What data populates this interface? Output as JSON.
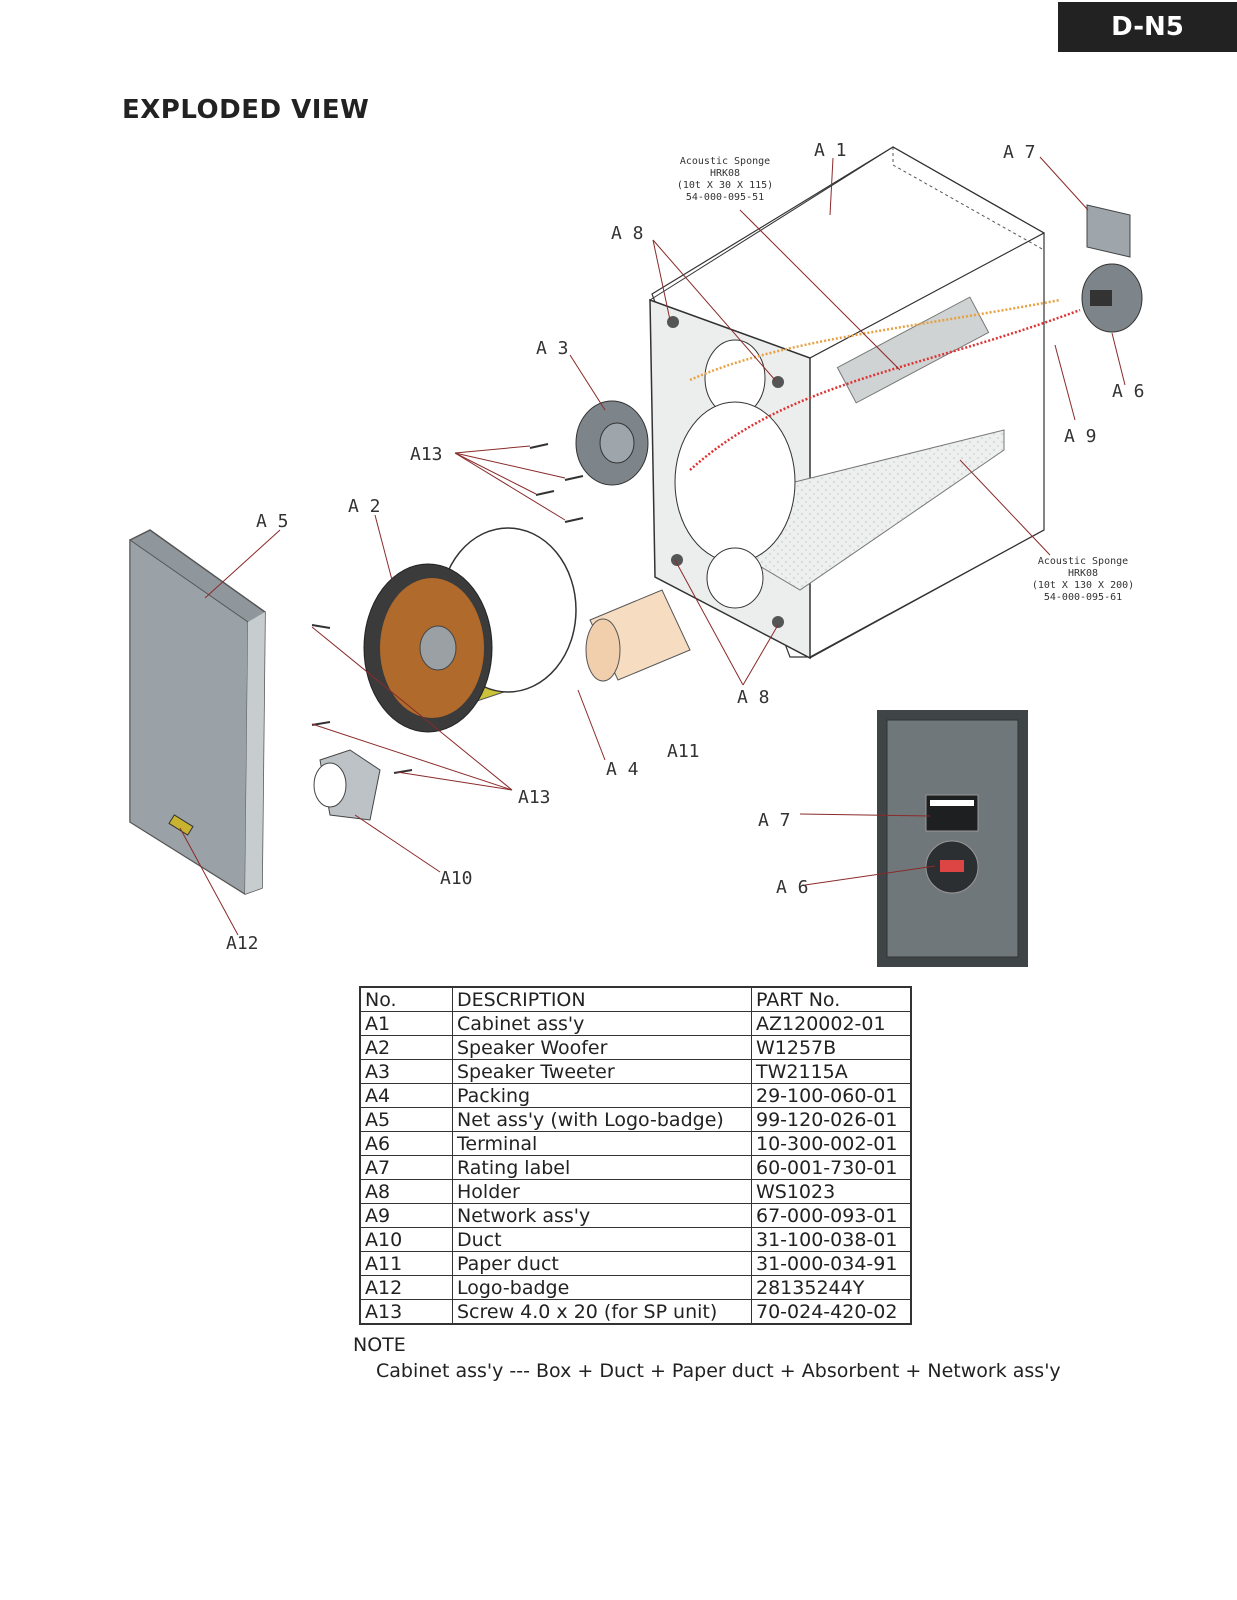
{
  "header": {
    "model": "D-N5",
    "title": "EXPLODED VIEW"
  },
  "diagram": {
    "labels": {
      "a1": "A 1",
      "a2": "A 2",
      "a3": "A 3",
      "a4": "A 4",
      "a5": "A 5",
      "a6": "A 6",
      "a7": "A 7",
      "a8_top": "A 8",
      "a8_bottom": "A 8",
      "a9": "A 9",
      "a10": "A10",
      "a11": "A11",
      "a12": "A12",
      "a13_top": "A13",
      "a13_bottom": "A13",
      "a7_back": "A 7",
      "a6_back": "A 6"
    },
    "sponge_top": {
      "line1": "Acoustic Sponge",
      "line2": "HRK08",
      "line3": "(10t X 30 X 115)",
      "line4": "54-000-095-51"
    },
    "sponge_bottom": {
      "line1": "Acoustic Sponge",
      "line2": "HRK08",
      "line3": "(10t X 130 X 200)",
      "line4": "54-000-095-61"
    }
  },
  "parts_table": {
    "headers": {
      "no": "No.",
      "description": "DESCRIPTION",
      "part_no": "PART  No."
    },
    "rows": [
      {
        "no": "A1",
        "description": "Cabinet ass'y",
        "part_no": "AZ120002-01"
      },
      {
        "no": "A2",
        "description": "Speaker Woofer",
        "part_no": "W1257B"
      },
      {
        "no": "A3",
        "description": "Speaker Tweeter",
        "part_no": "TW2115A"
      },
      {
        "no": "A4",
        "description": "Packing",
        "part_no": "29-100-060-01"
      },
      {
        "no": "A5",
        "description": "Net ass'y (with Logo-badge)",
        "part_no": "99-120-026-01"
      },
      {
        "no": "A6",
        "description": "Terminal",
        "part_no": "10-300-002-01"
      },
      {
        "no": "A7",
        "description": "Rating label",
        "part_no": "60-001-730-01"
      },
      {
        "no": "A8",
        "description": "Holder",
        "part_no": "WS1023"
      },
      {
        "no": "A9",
        "description": "Network ass'y",
        "part_no": "67-000-093-01"
      },
      {
        "no": "A10",
        "description": "Duct",
        "part_no": "31-100-038-01"
      },
      {
        "no": "A11",
        "description": "Paper duct",
        "part_no": "31-000-034-91"
      },
      {
        "no": "A12",
        "description": "Logo-badge",
        "part_no": "28135244Y"
      },
      {
        "no": "A13",
        "description": "Screw 4.0 x 20 (for SP unit)",
        "part_no": "70-024-420-02"
      }
    ]
  },
  "note": {
    "title": "NOTE",
    "text": "Cabinet ass'y --- Box + Duct + Paper duct + Absorbent + Network ass'y"
  }
}
